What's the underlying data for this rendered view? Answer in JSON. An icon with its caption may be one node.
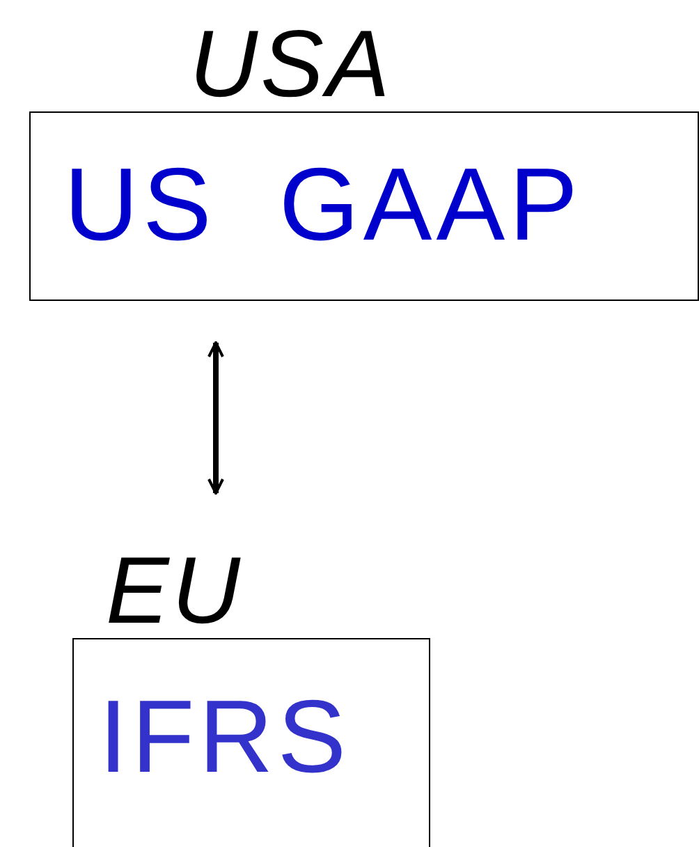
{
  "diagram": {
    "nodes": [
      {
        "text": [
          "USA",
          "US GAAP"
        ]
      },
      {
        "text": [
          "EU",
          "IFRS"
        ]
      }
    ],
    "edges": [
      {
        "from": 0,
        "to": 1,
        "arrow": "both"
      }
    ]
  }
}
